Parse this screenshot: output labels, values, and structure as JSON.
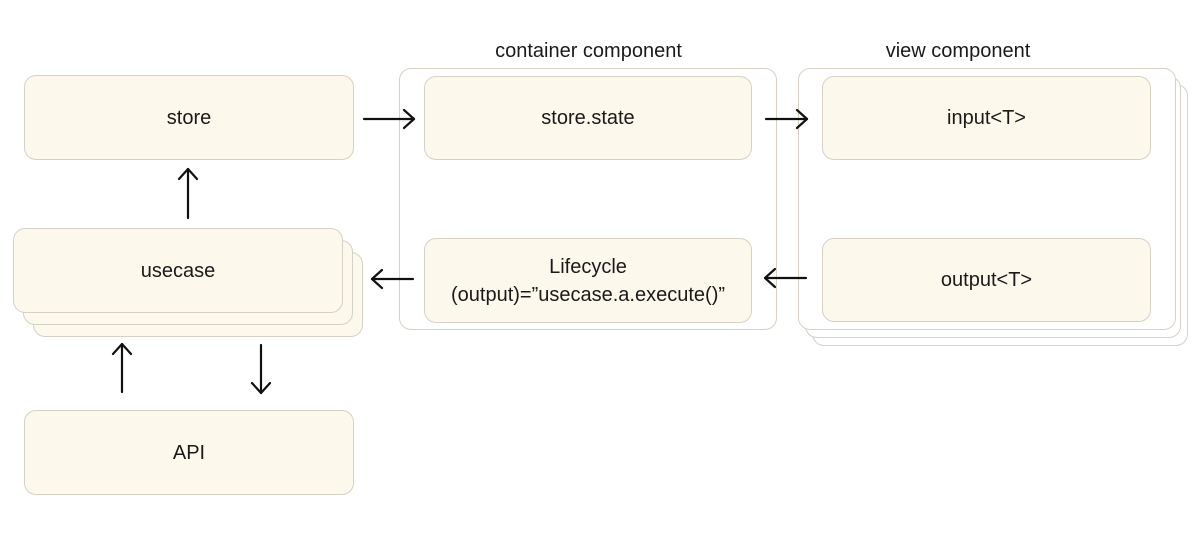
{
  "groups": {
    "container": {
      "title": "container component"
    },
    "view": {
      "title": "view component"
    }
  },
  "nodes": {
    "store": "store",
    "usecase": "usecase",
    "api": "API",
    "store_state": "store.state",
    "lifecycle": {
      "line1": "Lifecycle",
      "line2": "(output)=”usecase.a.execute()”"
    },
    "input": "input<T>",
    "output": "output<T>"
  },
  "edges": [
    {
      "from": "store",
      "to": "store.state"
    },
    {
      "from": "store.state",
      "to": "input<T>"
    },
    {
      "from": "output<T>",
      "to": "Lifecycle"
    },
    {
      "from": "Lifecycle",
      "to": "usecase"
    },
    {
      "from": "usecase",
      "to": "store"
    },
    {
      "from": "API",
      "to": "usecase"
    },
    {
      "from": "usecase",
      "to": "API"
    }
  ],
  "colors": {
    "box_fill": "#fcf8ec",
    "box_border": "#d6d1c4",
    "arrow": "#111111"
  }
}
